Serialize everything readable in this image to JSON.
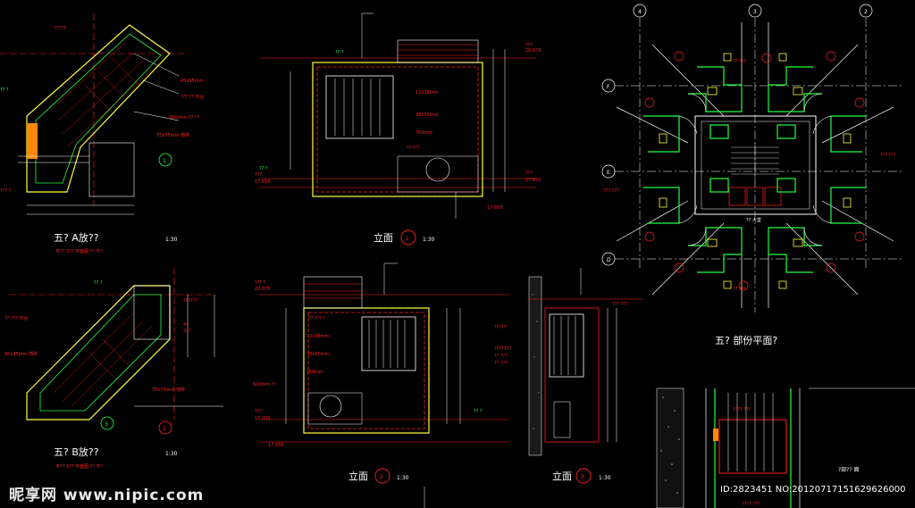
{
  "views": {
    "plan_a_title": "五? A放?? ",
    "plan_a_scale": "1:30",
    "plan_a_note": "平?? 3?? 平面图 ?? 不?",
    "plan_a_detail": "1",
    "plan_b_title": "五? B放?? ",
    "plan_b_scale": "1:30",
    "plan_b_note": "平?? 3?? 平面图 ?? 不?",
    "plan_b_detail": "2",
    "plan_b_detail2": "3",
    "elev1_title": "立面",
    "elev1_num": "1",
    "elev1_scale": "1:30",
    "elev2_title": "立面",
    "elev2_num": "2",
    "elev2_scale": "1:30",
    "elev3_title": "立面",
    "elev3_num": "3",
    "elev3_scale": "1:30",
    "floorplan_title": "五? 部份平面?",
    "detail_title": "?部?? 面"
  },
  "grid": {
    "top": [
      "4",
      "3",
      "2"
    ],
    "left": [
      "F",
      "E",
      "D"
    ]
  },
  "dims": {
    "e1_top": "20.075",
    "e1_mid": "17.650",
    "e1_bot": "17.650",
    "e2_top": "20.075",
    "e2_mid": "17.200",
    "e2_bot": "17.650",
    "e1_top_label": "??? ",
    "e1_mid_label": "??? ",
    "e1_bot_label": "???"
  },
  "watermark": {
    "brand": "昵享网 www.nipic.com",
    "id": "ID:2823451 NO:20120717151629626000"
  }
}
